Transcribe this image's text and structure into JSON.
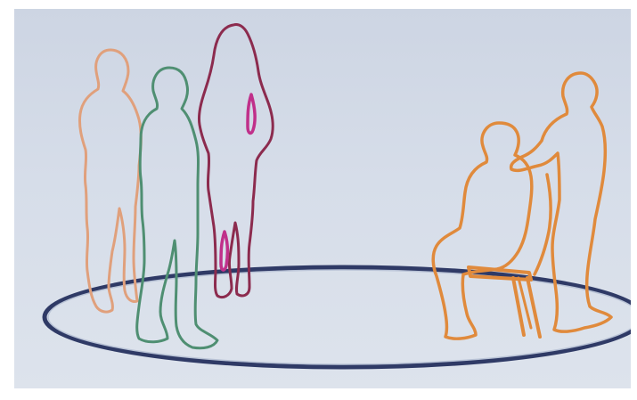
{
  "colors": {
    "background": "#d6dde9",
    "floor_ring": "#2f3a66",
    "figure_left_woman": "#e0a07c",
    "figure_green_man": "#4f8f72",
    "figure_red_woman": "#8c2b4e",
    "figure_red_accent": "#c0308a",
    "figure_seated": "#e08a3c",
    "figure_standing_helper": "#e08a3c",
    "chair": "#e08a3c"
  },
  "figures": [
    {
      "name": "standing-woman-left",
      "color_key": "figure_left_woman"
    },
    {
      "name": "standing-man-green",
      "color_key": "figure_green_man"
    },
    {
      "name": "standing-woman-red",
      "color_key": "figure_red_woman"
    },
    {
      "name": "seated-person",
      "color_key": "figure_seated"
    },
    {
      "name": "standing-helper",
      "color_key": "figure_standing_helper"
    }
  ]
}
